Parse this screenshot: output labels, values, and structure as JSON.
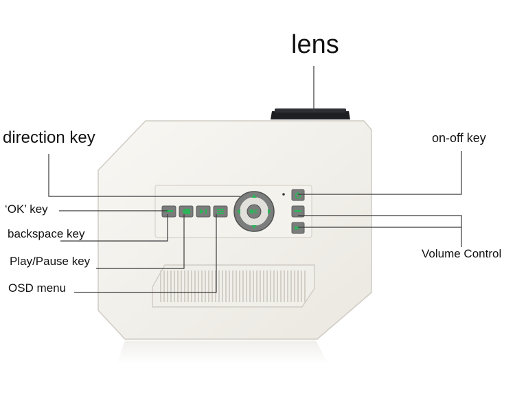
{
  "labels": {
    "lens": "lens",
    "direction_key": "direction key",
    "on_off_key": "on-off key",
    "ok_key": "‘OK’  key",
    "backspace_key": "backspace key",
    "play_pause_key": "Play/Pause key",
    "osd_menu": "OSD menu",
    "volume_control": "Volume Control"
  },
  "colors": {
    "body": "#f3f1ec",
    "button": "#7a7d7b",
    "button_icon": "#2fb35a",
    "lens": "#1d1f22",
    "leader": "#3a3a3a"
  },
  "icons": {
    "ok_key": "enter-icon",
    "backspace_key": "backspace-icon",
    "play_pause_key": "play-pause-icon",
    "osd_menu": "menu-icon",
    "on_off_key": "power-icon",
    "volume_up": "volume-up-icon",
    "volume_down": "volume-down-icon",
    "dpad_center": "ok-icon"
  }
}
